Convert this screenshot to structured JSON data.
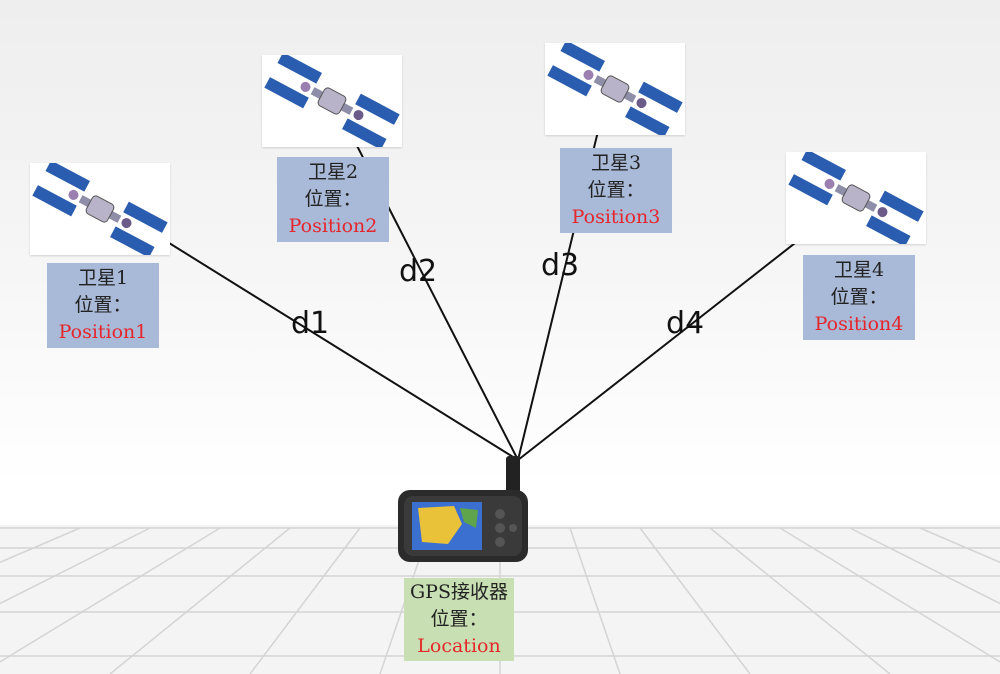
{
  "satellites": [
    {
      "name": "卫星1",
      "pos_label": "位置：",
      "position": "Position1",
      "distance": "d1"
    },
    {
      "name": "卫星2",
      "pos_label": "位置：",
      "position": "Position2",
      "distance": "d2"
    },
    {
      "name": "卫星3",
      "pos_label": "位置：",
      "position": "Position3",
      "distance": "d3"
    },
    {
      "name": "卫星4",
      "pos_label": "位置：",
      "position": "Position4",
      "distance": "d4"
    }
  ],
  "receiver": {
    "name": "GPS接收器",
    "pos_label": "位置：",
    "position": "Location"
  },
  "colors": {
    "satellite_label_bg": "#a9b9d8",
    "receiver_label_bg": "#c7dfb3",
    "position_text": "#e5262b",
    "panel_blue": "#2a5db0"
  }
}
